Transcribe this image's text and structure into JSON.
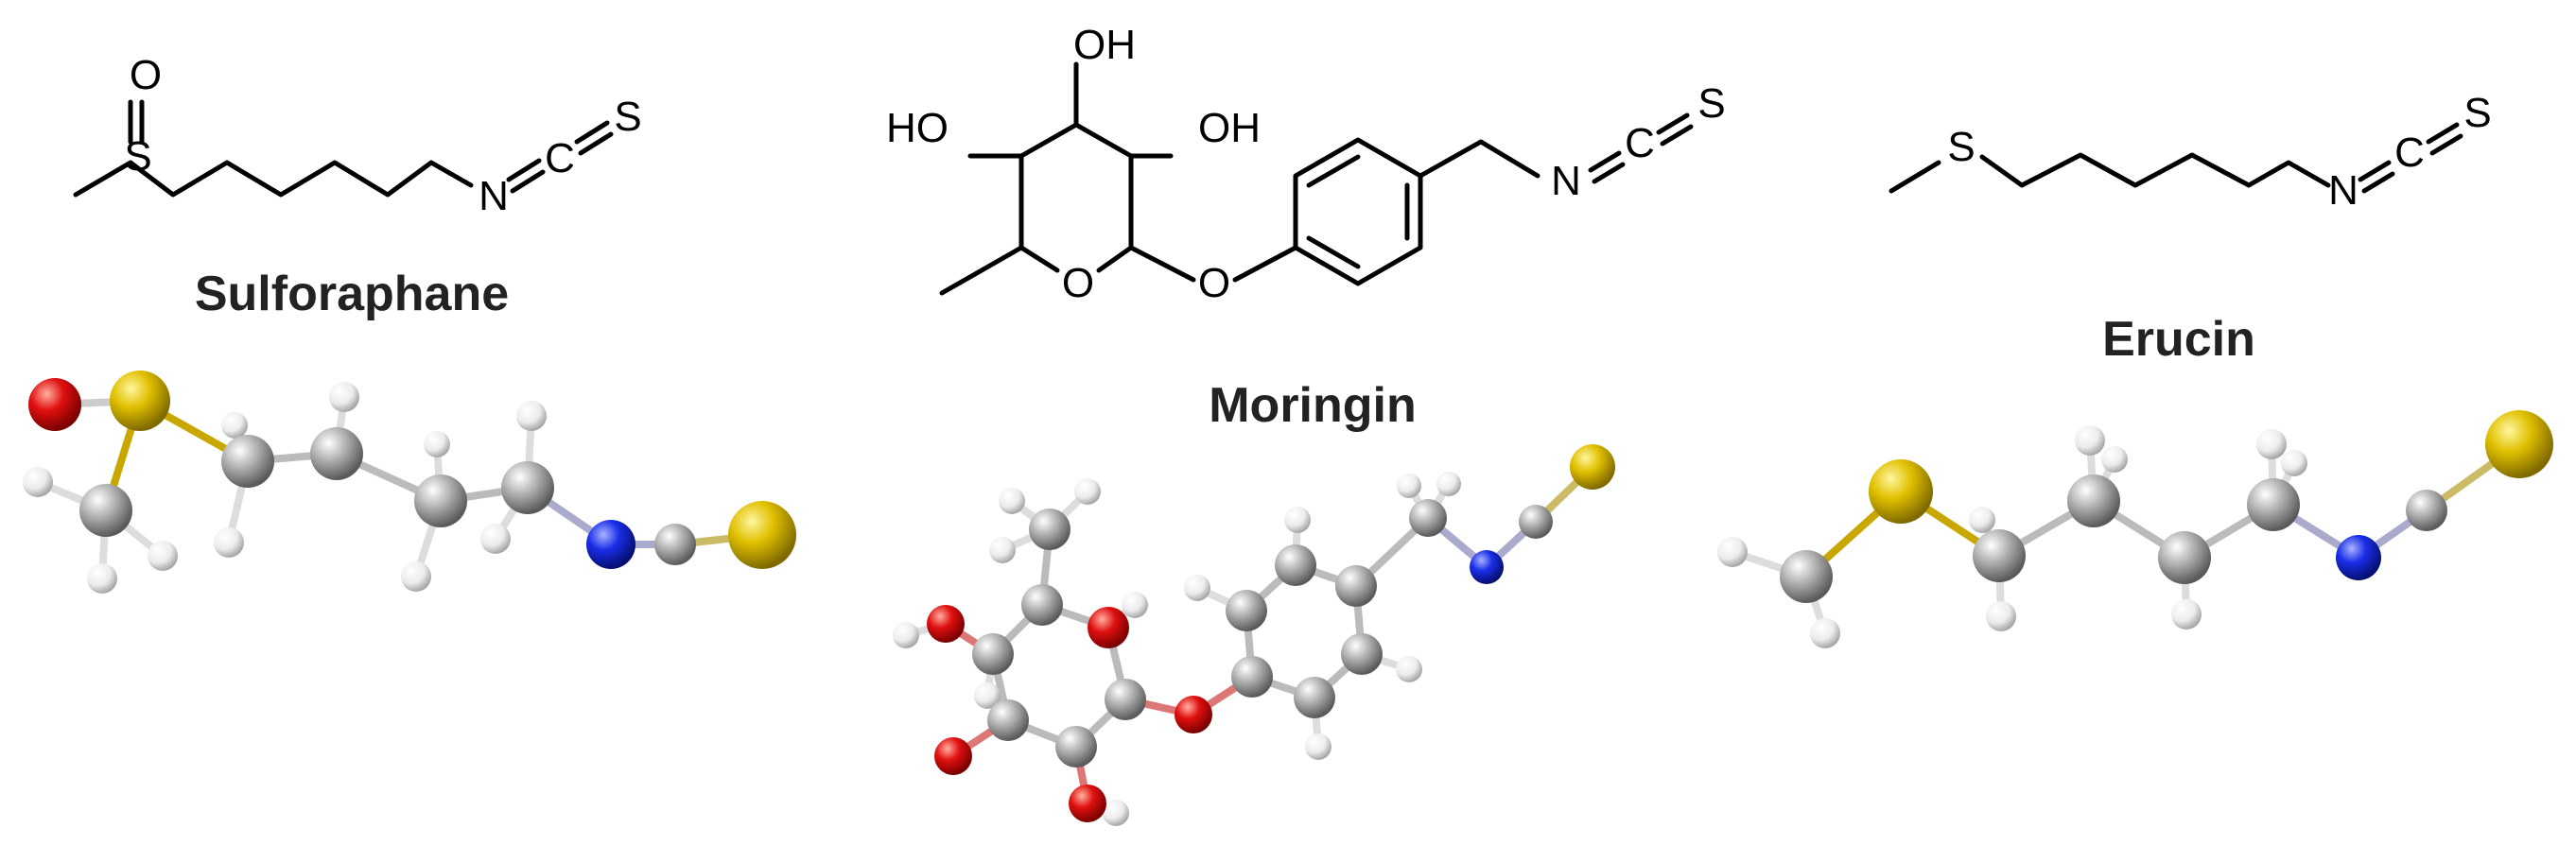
{
  "molecules": [
    {
      "name": "Sulforaphane",
      "atom_labels": [
        "O",
        "S",
        "N",
        "C",
        "S"
      ]
    },
    {
      "name": "Moringin",
      "atom_labels": [
        "OH",
        "HO",
        "OH",
        "O",
        "O",
        "N",
        "C",
        "S"
      ]
    },
    {
      "name": "Erucin",
      "atom_labels": [
        "S",
        "N",
        "C",
        "S"
      ]
    }
  ],
  "atom_colors": {
    "carbon": "#9a9a9a",
    "hydrogen": "#f0f0f0",
    "oxygen": "#e01010",
    "nitrogen": "#1a2ee8",
    "sulfur": "#e0c000"
  }
}
